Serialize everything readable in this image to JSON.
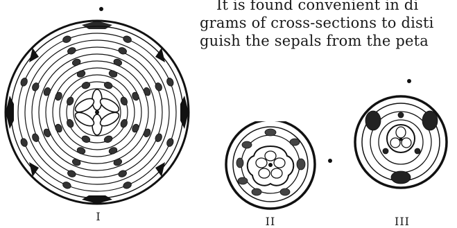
{
  "text": {
    "lines": [
      "It is found convenient in di",
      "grams of cross-sections to disti",
      "guish the sepals from the peta"
    ]
  },
  "figures": {
    "labels": [
      "I",
      "II",
      "III"
    ]
  }
}
